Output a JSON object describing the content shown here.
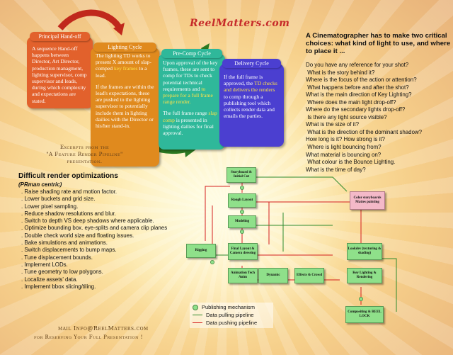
{
  "brand": "ReelMatters.com",
  "boxes": {
    "handoff": {
      "title": "Principal Hand-off",
      "body": "A sequence Hand-off happens between Director, Art Director, production managment, lighting supervisor, comp supervisor and leads, during which complexity and expectations are stated."
    },
    "lighting": {
      "title": "Lighting Cycle",
      "p1a": "The lighting TD works to present X amount of slap-comped ",
      "p1b": "key frames",
      "p1c": " to a lead.",
      "p2": "If the frames are within the lead's expectations, these are pushed to the lighting supervisor to potentially include them in lighting dailies with the Director or his/her stand-in."
    },
    "precomp": {
      "title": "Pre-Comp Cycle",
      "p1a": "Upon approval of the key frames, these are sent to comp for TDs to check potential technical requirements and ",
      "p1b": "to prepare for a full frame range render.",
      "p2a": "The full frame range ",
      "p2b": "slap comp",
      "p2c": " is presented in lighting dailies for final approval."
    },
    "delivery": {
      "title": "Delivery Cycle",
      "p1a": "If the full frame is approved, the ",
      "p1b": "TD checks and delivers the renders",
      "p1c": " to comp through a publishing tool which collects render data and emails the parties."
    }
  },
  "excerpt": {
    "line1": "Excerpts from the",
    "line2": "\"A Feature Render Pipeline\"",
    "line3": "presentation."
  },
  "questions": {
    "title": "A Cinematographer has to make two critical choices: what kind of light to use, and where to place it ...",
    "items": [
      "Do you have any reference for your shot?",
      " What is the story behind it?",
      "Where is the focus of the action or attention?",
      " What happens before and after the shot?",
      "What is the main direction of Key Lighting?",
      " Where does the main light drop-off?",
      "Where do the secondary lights drop-off?",
      " Is there any light source visible?",
      "What is the size of it?",
      " What is the direction of the dominant shadow?",
      "How long is it? How strong is it?",
      " Where is light bouncing from?",
      "What material is bouncing on?",
      " What colour is the Bounce Lighting.",
      "What is the time of day?"
    ]
  },
  "optimizations": {
    "title": "Difficult render optimizations",
    "subtitle": "(PRman centric)",
    "items": [
      ". Raise shading rate and motion factor.",
      ". Lower buckets and grid size.",
      ". Lower pixel sampling.",
      ". Reduce shadow resolutions and blur.",
      ". Switch to depth VS deep shadows where applicable.",
      ". Optimize bounding box. eye-splits and camera clip planes",
      ". Double check world size and floating issues.",
      ". Bake simulations and animations.",
      ". Switch displacements to bump maps.",
      ". Tune displacement bounds.",
      ". Implement LODs.",
      ". Tune geometry to low polygons.",
      ". Localize assets' data.",
      ". Implement bbox slicing/tiling."
    ]
  },
  "mail": {
    "line1": "mail Info@ReelMatters.com",
    "line2": "for Reserving Your Full Presentation !"
  },
  "diagram": {
    "nodes": {
      "storyboard": "Storyboard & Initial Cut",
      "rough": "Rough Layout",
      "modeling": "Modeling",
      "color": "Color storyboards Mattes painting",
      "rigging": "Rigging",
      "final_layout": "Final Layout & Camera dressing",
      "lookdev": "Lookdev (texturing & shading)",
      "animation": "Animation Tech Anim",
      "dynamic": "Dynamic",
      "effects": "Effects & Crowd",
      "keylighting": "Key Lighting & Rendering",
      "compositing": "Compositing & REEL LOCK"
    },
    "legend": {
      "publishing": "Publishing mechanism",
      "pulling": "Data pulling pipeline",
      "pushing": "Data pushing pipeline"
    },
    "colors": {
      "node": "#8fe08a",
      "pull": "#2e8b2e",
      "push": "#d42020"
    }
  },
  "colors": {
    "handoff": "#e2612c",
    "lighting": "#e08a1e",
    "precomp": "#2fb89a",
    "delivery": "#4b3fd0",
    "brand": "#c62a2a"
  }
}
